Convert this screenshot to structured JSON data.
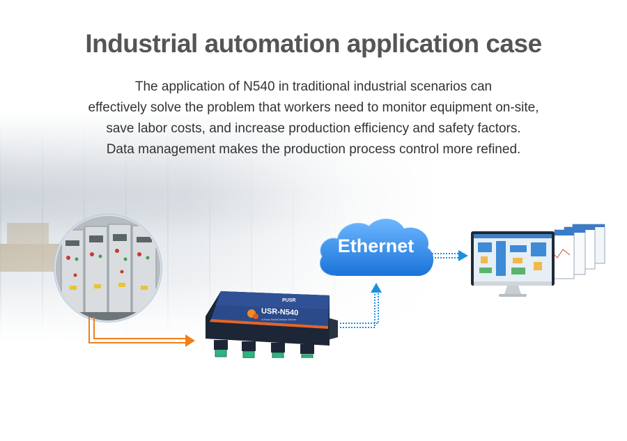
{
  "header": {
    "title": "Industrial automation application case"
  },
  "description": {
    "lines": [
      "The application of N540 in traditional industrial scenarios can",
      "effectively solve the problem that workers need to monitor equipment on-site,",
      "save labor costs, and increase production efficiency and safety factors.",
      "Data management makes the production process control more refined."
    ]
  },
  "device": {
    "brand": "PUSR",
    "model": "USR-N540",
    "subtitle": "4 Ports Serial Device Server"
  },
  "cloud": {
    "label": "Ethernet"
  },
  "colors": {
    "title": "#555555",
    "text": "#333333",
    "orange_arrow": "#f07f1a",
    "blue_arrow": "#1d8fe0",
    "cloud": "#2f8fe3",
    "device": "#1f2a3a"
  }
}
